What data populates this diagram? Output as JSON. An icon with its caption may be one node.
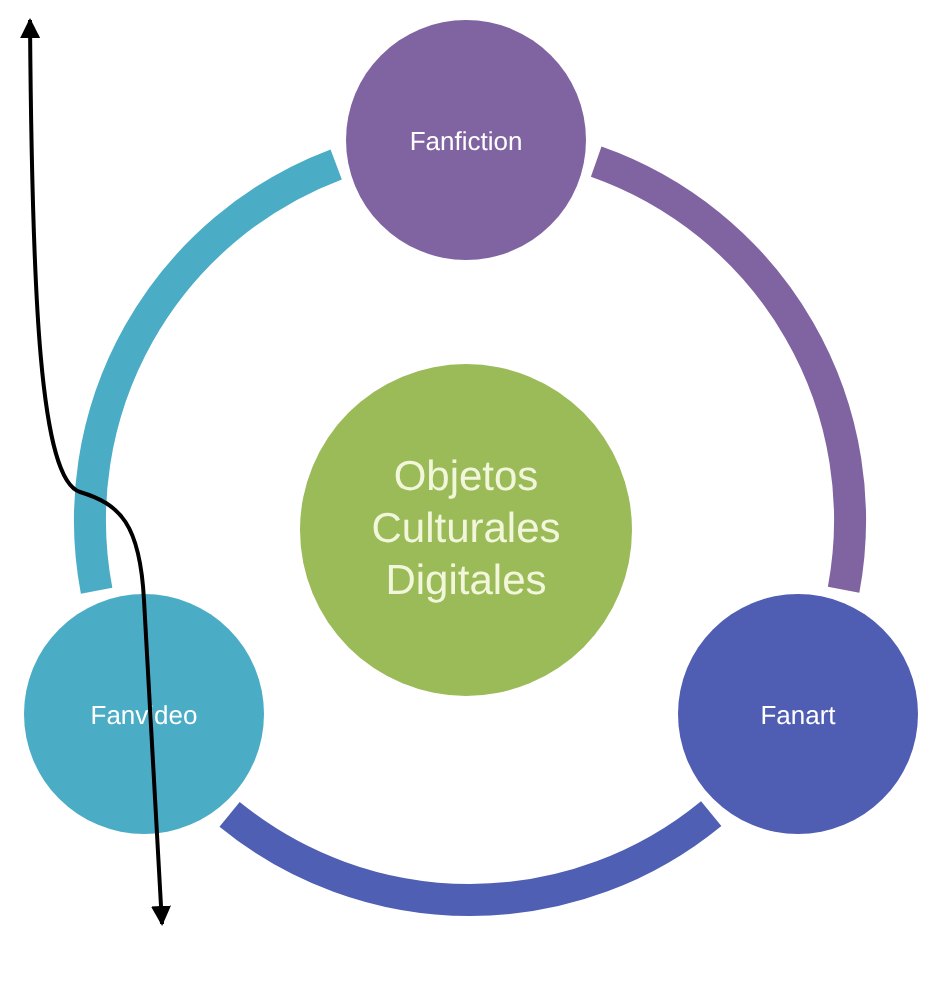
{
  "diagram": {
    "nodes": [
      {
        "text": [
          "Fanfiction"
        ]
      },
      {
        "text": [
          "Objetos Culturales Digitales"
        ]
      },
      {
        "text": [
          "Fanvideo"
        ]
      },
      {
        "text": [
          "Fanart"
        ]
      }
    ],
    "edges": [
      {
        "from": 0,
        "to": 3,
        "arrow": "none",
        "color": "#8064a2"
      },
      {
        "from": 3,
        "to": 2,
        "arrow": "none",
        "color": "#4f5fb3"
      },
      {
        "from": 2,
        "to": 0,
        "arrow": "none",
        "color": "#4bacc6"
      }
    ]
  }
}
